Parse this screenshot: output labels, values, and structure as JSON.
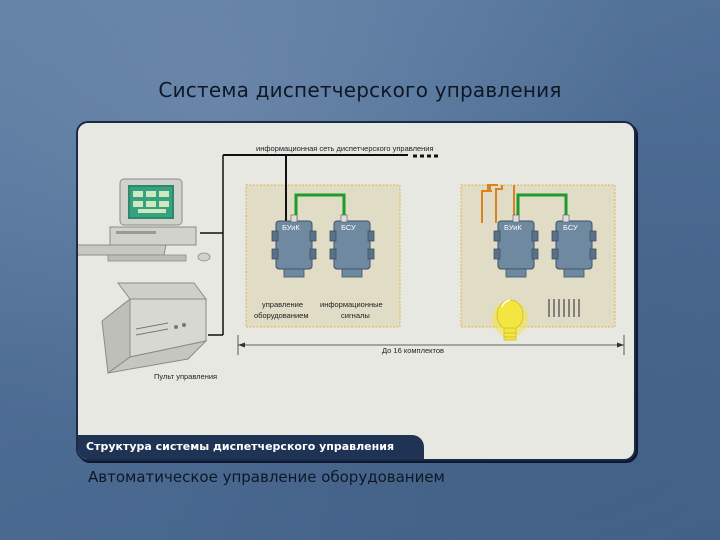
{
  "slide": {
    "title": "Система диспетчерского управления",
    "subtitle": "Автоматическое управление оборудованием"
  },
  "diagram": {
    "network_label": "информационная сеть диспетчерского управления",
    "module_a_label": "БУиК",
    "module_b_label": "БСУ",
    "control_label_line1": "управление",
    "control_label_line2": "оборудованием",
    "signals_label_line1": "информационные",
    "signals_label_line2": "сигналы",
    "range_label": "До 16 комплектов",
    "console_label": "Пульт управления",
    "caption": "Структура системы диспетчерского управления"
  },
  "colors": {
    "panel_bg": "#e8e8e3",
    "box_bg": "#e0dcc6",
    "box_border": "#e8b04a",
    "module_fill": "#6f8aa0",
    "green_wire": "#1f9a2c",
    "orange_wire": "#d9821f",
    "lamp": "#f4e641",
    "caption_bg": "#1f3355"
  }
}
